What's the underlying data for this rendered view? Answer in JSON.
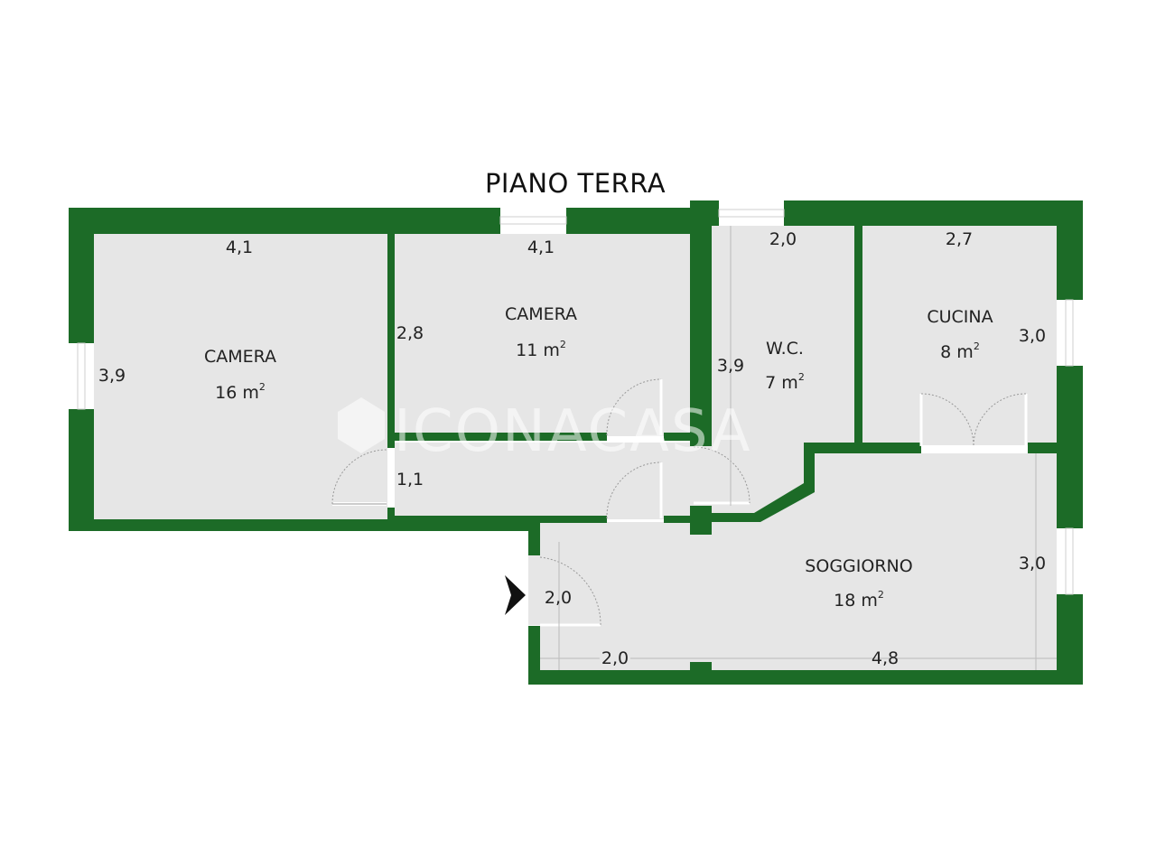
{
  "floor": {
    "title": "PIANO TERRA",
    "watermark": "ICONACASA"
  },
  "colors": {
    "wall": "#1c6b27",
    "floor": "#e6e6e6",
    "background": "#ffffff",
    "text": "#222222"
  },
  "rooms": [
    {
      "name": "CAMERA",
      "area_value": "16 m",
      "area_unit_sup": "2",
      "width": "4,1",
      "height": "3,9"
    },
    {
      "name": "CAMERA",
      "area_value": "11 m",
      "area_unit_sup": "2",
      "width": "4,1",
      "height": "2,8"
    },
    {
      "name": "W.C.",
      "area_value": "7 m",
      "area_unit_sup": "2",
      "width": "2,0",
      "height": "3,9"
    },
    {
      "name": "CUCINA",
      "area_value": "8 m",
      "area_unit_sup": "2",
      "width": "2,7",
      "height": "3,0"
    },
    {
      "name": "SOGGIORNO",
      "area_value": "18 m",
      "area_unit_sup": "2",
      "width": "4,8",
      "height": "3,0"
    }
  ],
  "extra_dimensions": {
    "corridor_width": "1,1",
    "entrance_depth": "2,0",
    "entrance_width": "2,0"
  },
  "icons": {
    "entrance": "entrance-arrow-icon",
    "watermark_logo": "iconacasa-logo-icon"
  }
}
